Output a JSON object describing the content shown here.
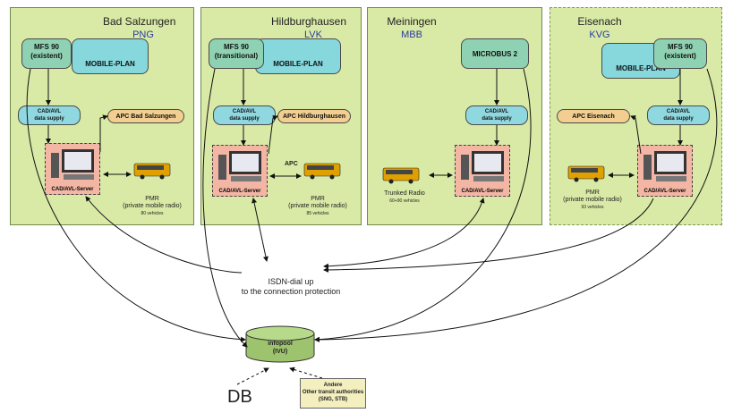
{
  "panels": [
    {
      "title": "Bad Salzungen",
      "abbr": "PNG",
      "mfs": [
        "MFS 90",
        "(existent)"
      ],
      "plan": "MOBILE-PLAN",
      "cad": [
        "CAD/AVL",
        "data supply"
      ],
      "apc": "APC Bad Salzungen",
      "server": "CAD/AVL-Server",
      "pmr": [
        "PMR",
        "(private mobile radio)"
      ],
      "vehicles": "80 vehicles"
    },
    {
      "title": "Hildburghausen",
      "abbr": "LVK",
      "mfs": [
        "MFS 90",
        "(transitional)"
      ],
      "plan": "MOBILE-PLAN",
      "cad": [
        "CAD/AVL",
        "data supply"
      ],
      "apc": "APC Hildburghausen",
      "apc_small": "APC",
      "server": "CAD/AVL-Server",
      "pmr": [
        "PMR",
        "(private mobile radio)"
      ],
      "vehicles": "85 vehicles"
    },
    {
      "title": "Meiningen",
      "abbr": "MBB",
      "microbus": "MICROBUS 2",
      "cad": [
        "CAD/AVL",
        "data supply"
      ],
      "server": "CAD/AVL-Server",
      "trunked": "Trunked Radio",
      "vehicles": "60+90 vehicles"
    },
    {
      "title": "Eisenach",
      "abbr": "KVG",
      "mfs": [
        "MFS 90",
        "(existent)"
      ],
      "plan": "MOBILE-PLAN",
      "cad": [
        "CAD/AVL",
        "data supply"
      ],
      "apc": "APC  Eisenach",
      "server": "CAD/AVL-Server",
      "pmr": [
        "PMR",
        "(private mobile radio)"
      ],
      "vehicles": "93 vehicles"
    }
  ],
  "isdn": [
    "ISDN-dial up",
    "to the connection protection"
  ],
  "infopool": [
    "infopool",
    "(IVU)"
  ],
  "db": "DB",
  "others": [
    "Andere",
    "Other transit authorities",
    "(SNG, STB)"
  ],
  "colors": {
    "panel": "#d9eaa6",
    "mfs": "#8fd1b3",
    "plan": "#86d8dd",
    "apc": "#f2cf90",
    "server": "#f3b6a4",
    "abbr": "#2a3c9a"
  }
}
